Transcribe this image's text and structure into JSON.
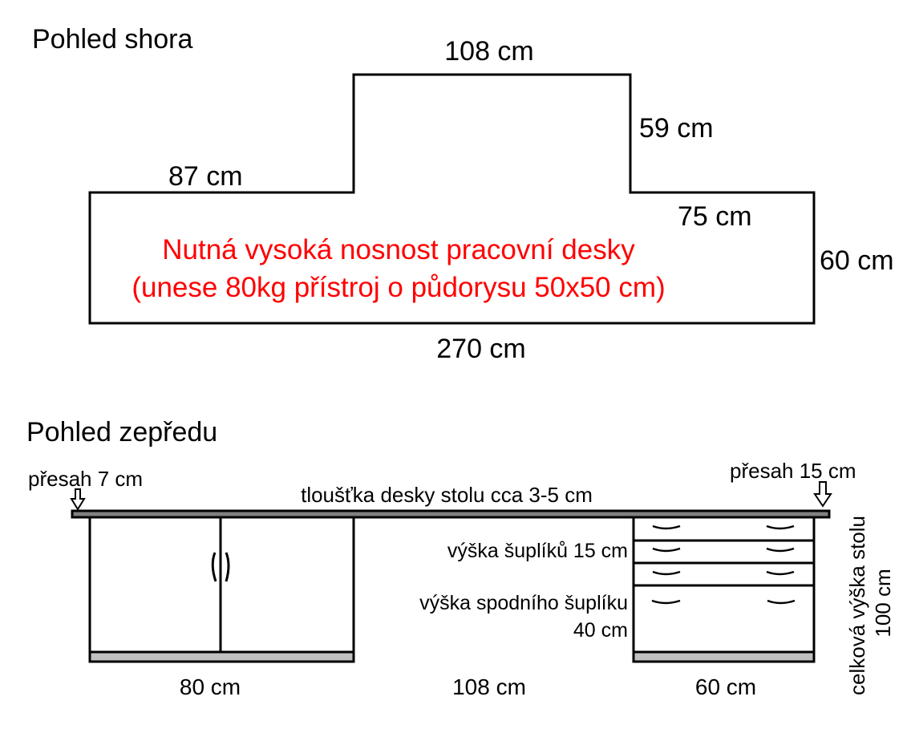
{
  "top_view": {
    "title": "Pohled shora",
    "dim_top": "108 cm",
    "dim_step_right": "59 cm",
    "dim_left_top": "87 cm",
    "dim_right_top": "75 cm",
    "dim_right_side": "60 cm",
    "dim_bottom": "270 cm",
    "note_line1": "Nutná vysoká nosnost pracovní desky",
    "note_line2": "(unese 80kg přístroj o půdorysu 50x50 cm)",
    "note_color": "#ff0000"
  },
  "front_view": {
    "title": "Pohled zepředu",
    "overhang_left": "přesah 7 cm",
    "overhang_right": "přesah 15 cm",
    "thickness": "tloušťka desky stolu cca 3-5 cm",
    "drawer_height": "výška šuplíků 15 cm",
    "bottom_drawer_line1": "výška spodního šuplíku",
    "bottom_drawer_line2": "40 cm",
    "total_height_line1": "celková výška stolu",
    "total_height_line2": "100 cm",
    "width_left": "80 cm",
    "width_middle": "108 cm",
    "width_right": "60 cm"
  }
}
